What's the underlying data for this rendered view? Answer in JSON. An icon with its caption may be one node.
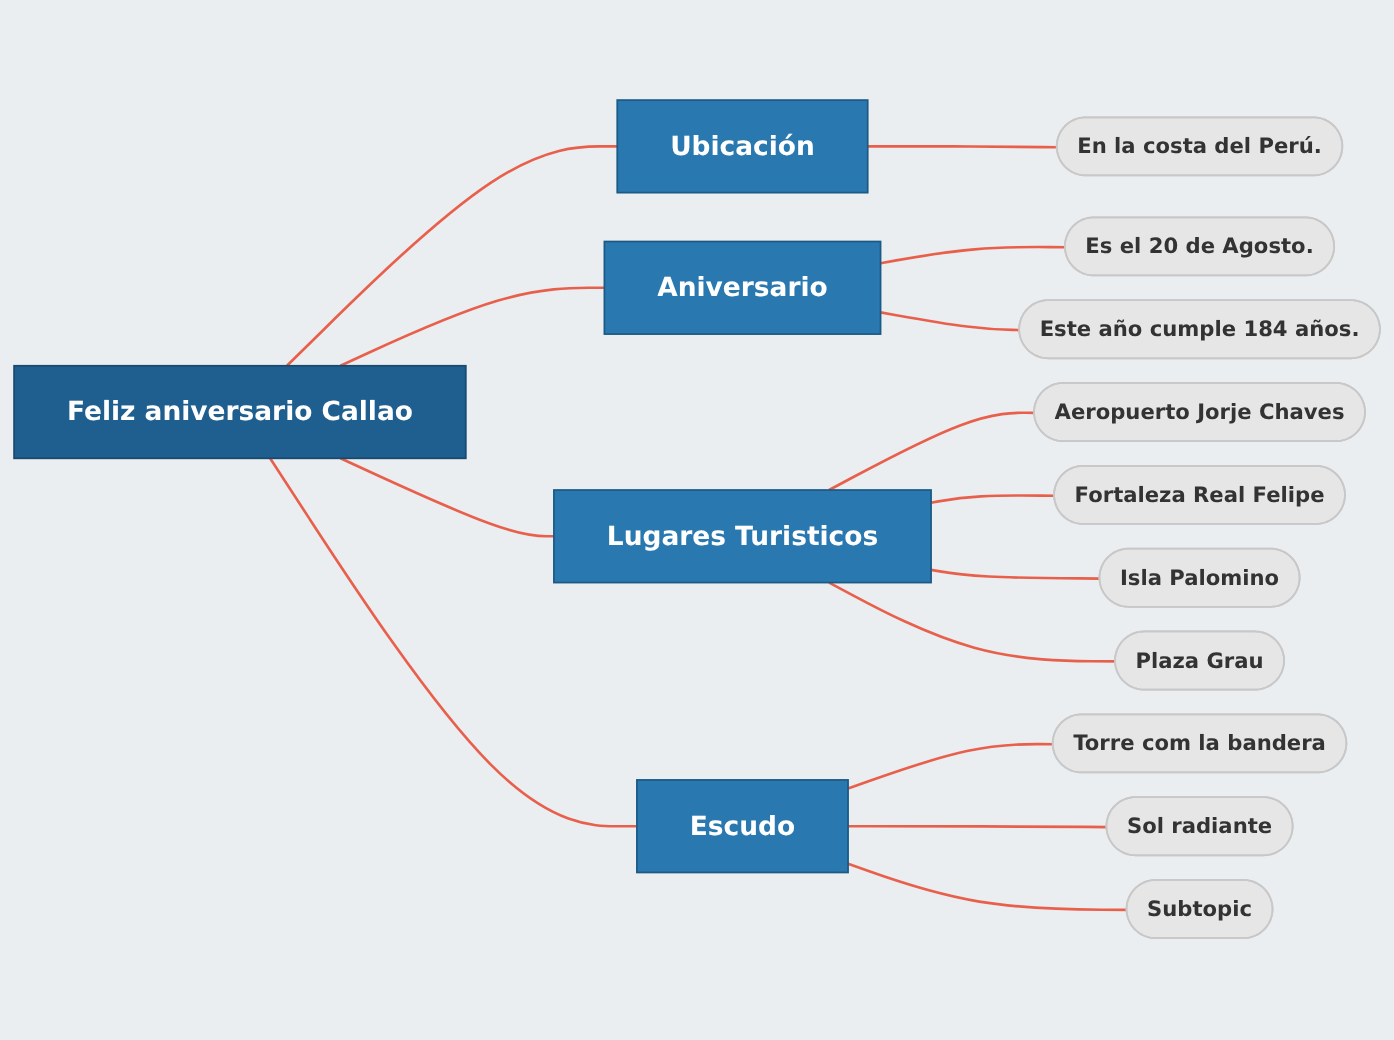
{
  "diagram": {
    "nodes": [
      {
        "text": [
          "Feliz aniversario Callao"
        ]
      },
      {
        "text": [
          "Ubicación"
        ]
      },
      {
        "text": [
          "En la costa del Perú."
        ]
      },
      {
        "text": [
          "Aniversario"
        ]
      },
      {
        "text": [
          "Es el 20 de Agosto."
        ]
      },
      {
        "text": [
          "Este año cumple 184 años."
        ]
      },
      {
        "text": [
          "Lugares Turisticos"
        ]
      },
      {
        "text": [
          "Aeropuerto Jorje Chaves"
        ]
      },
      {
        "text": [
          "Fortaleza Real Felipe"
        ]
      },
      {
        "text": [
          "Isla Palomino"
        ]
      },
      {
        "text": [
          "Plaza Grau"
        ]
      },
      {
        "text": [
          "Escudo"
        ]
      },
      {
        "text": [
          "Torre com la bandera"
        ]
      },
      {
        "text": [
          "Sol radiante"
        ]
      },
      {
        "text": [
          "Subtopic"
        ]
      }
    ],
    "edges": [
      {
        "from": 0,
        "to": 1,
        "arrow": "none"
      },
      {
        "from": 1,
        "to": 2,
        "arrow": "none"
      },
      {
        "from": 0,
        "to": 3,
        "arrow": "none"
      },
      {
        "from": 3,
        "to": 4,
        "arrow": "none"
      },
      {
        "from": 3,
        "to": 5,
        "arrow": "none"
      },
      {
        "from": 0,
        "to": 6,
        "arrow": "none"
      },
      {
        "from": 6,
        "to": 7,
        "arrow": "none"
      },
      {
        "from": 6,
        "to": 8,
        "arrow": "none"
      },
      {
        "from": 6,
        "to": 9,
        "arrow": "none"
      },
      {
        "from": 6,
        "to": 10,
        "arrow": "none"
      },
      {
        "from": 0,
        "to": 11,
        "arrow": "none"
      },
      {
        "from": 11,
        "to": 12,
        "arrow": "none"
      },
      {
        "from": 11,
        "to": 13,
        "arrow": "none"
      },
      {
        "from": 11,
        "to": 14,
        "arrow": "none"
      }
    ]
  }
}
